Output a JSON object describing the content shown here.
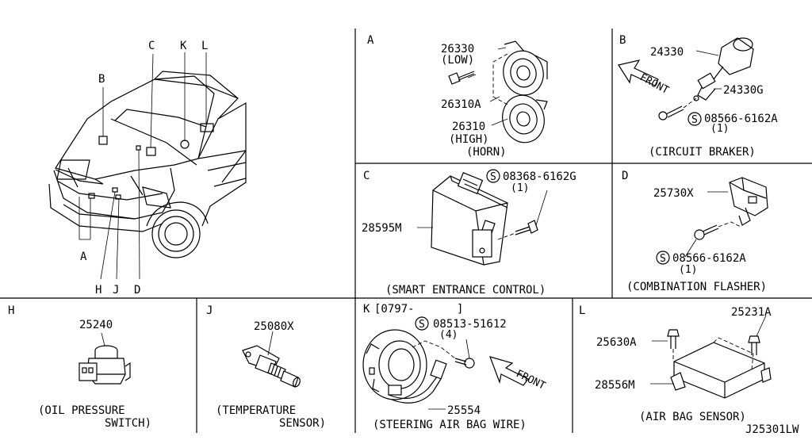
{
  "panels": {
    "main": {
      "letters": [
        "B",
        "C",
        "K",
        "L",
        "A",
        "H",
        "J",
        "D"
      ]
    },
    "A": {
      "letter": "A",
      "part_low": "26330",
      "low": "(LOW)",
      "bolt": "26310A",
      "part_high": "26310",
      "high": "(HIGH)",
      "caption": "(HORN)"
    },
    "B": {
      "letter": "B",
      "part1": "24330",
      "front": "FRONT",
      "part2": "24330G",
      "screw": "08566-6162A",
      "qty": "(1)",
      "caption": "(CIRCUIT BRAKER)"
    },
    "C": {
      "letter": "C",
      "screw": "08368-6162G",
      "qty": "(1)",
      "part": "28595M",
      "caption": "(SMART ENTRANCE CONTROL)"
    },
    "D": {
      "letter": "D",
      "part": "25730X",
      "screw": "08566-6162A",
      "qty": "(1)",
      "caption": "(COMBINATION FLASHER)"
    },
    "H": {
      "letter": "H",
      "part": "25240",
      "caption1": "(OIL PRESSURE",
      "caption2": "SWITCH)"
    },
    "J": {
      "letter": "J",
      "part": "25080X",
      "caption1": "(TEMPERATURE",
      "caption2": "SENSOR)"
    },
    "K": {
      "letter": "K",
      "date_open": "[0797-",
      "date_close": "]",
      "screw": "08513-51612",
      "qty": "(4)",
      "front": "FRONT",
      "part": "25554",
      "caption": "(STEERING AIR BAG WIRE)"
    },
    "L": {
      "letter": "L",
      "bolt1": "25630A",
      "bolt2": "25231A",
      "part": "28556M",
      "caption": "(AIR BAG SENSOR)"
    }
  },
  "drawing_id": "J25301LW",
  "s_symbol": "S"
}
